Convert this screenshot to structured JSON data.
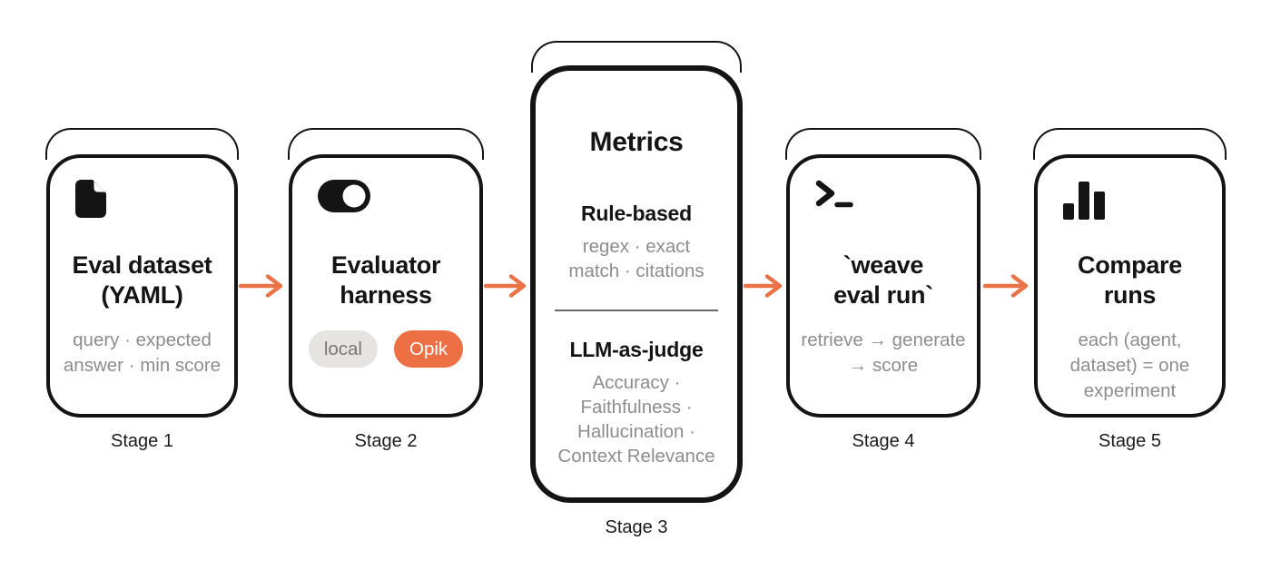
{
  "diagram": {
    "title": "evaluation pipeline stages",
    "background": "#ffffff"
  },
  "colors": {
    "ink": "#141414",
    "muted_text": "#8d8d8d",
    "accent_arrow": "#eb7247",
    "pill_orange_bg": "#ed6f44",
    "pill_orange_text": "#ffffff",
    "pill_gray_bg": "#e5e4e3",
    "pill_gray_text": "#787878",
    "divider": "#696969"
  },
  "stages": [
    {
      "label": "Stage 1",
      "icon": "document-icon",
      "title": "Eval dataset (YAML)",
      "subtitle": "query · expected answer · min score"
    },
    {
      "label": "Stage 2",
      "icon": "toggle-icon",
      "title": "Evaluator harness",
      "pills": [
        {
          "label": "local",
          "variant": "gray"
        },
        {
          "label": "Opik",
          "variant": "orange"
        }
      ]
    },
    {
      "label": "Stage 3",
      "icon": null,
      "title": "Metrics",
      "sections": [
        {
          "heading": "Rule-based",
          "body": "regex · exact match · citations"
        },
        {
          "heading": "LLM-as-judge",
          "body": "Accuracy · Faithfulness · Hallucination · Context Relevance"
        }
      ]
    },
    {
      "label": "Stage 4",
      "icon": "terminal-icon",
      "title": "`weave eval run`",
      "subtitle": "retrieve → generate → score"
    },
    {
      "label": "Stage 5",
      "icon": "bar-chart-icon",
      "title": "Compare runs",
      "subtitle": "each (agent, dataset) = one experiment"
    }
  ],
  "connectors": {
    "count": 4,
    "direction": "left-to-right"
  }
}
